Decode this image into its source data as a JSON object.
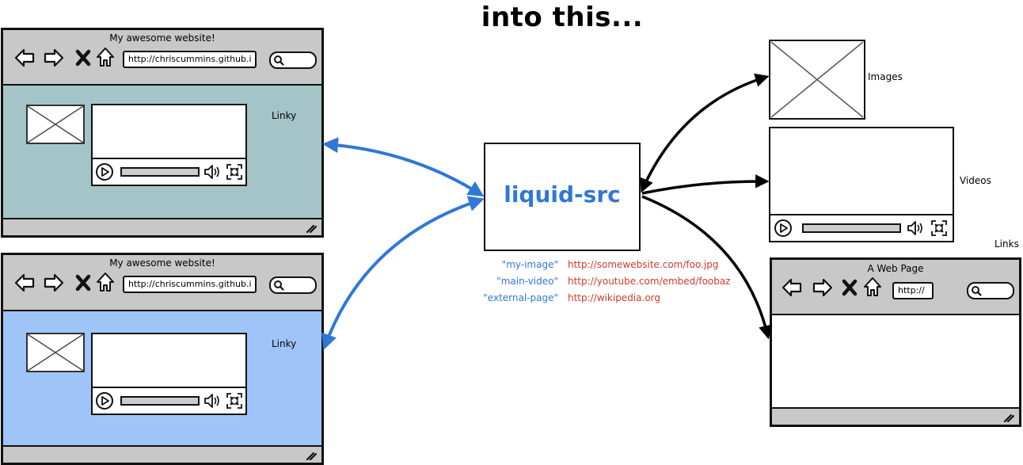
{
  "heading": "into this...",
  "browser_top": {
    "title": "My awesome website!",
    "url": "http://chriscummins.github.i",
    "link_label": "Linky",
    "content_color": "#a4c4c8"
  },
  "browser_bottom": {
    "title": "My awesome website!",
    "url": "http://chriscummins.github.i",
    "link_label": "Linky",
    "content_color": "#9fc5f8"
  },
  "center": {
    "label": "liquid-src",
    "mappings": [
      {
        "key": "\"my-image\"",
        "value": "http://somewebsite.com/foo.jpg"
      },
      {
        "key": "\"main-video\"",
        "value": "http://youtube.com/embed/foobaz"
      },
      {
        "key": "\"external-page\"",
        "value": "http://wikipedia.org"
      }
    ]
  },
  "outputs": {
    "images_label": "Images",
    "videos_label": "Videos",
    "links_label": "Links",
    "web_page": {
      "title": "A Web Page",
      "url": "http://"
    }
  },
  "colors": {
    "arrow_blue": "#2f78d6",
    "arrow_black": "#000000",
    "key_blue": "#2f78d6",
    "value_red": "#d23a2a",
    "chrome_gray": "#c8c8c8"
  },
  "icons": [
    "back-arrow-icon",
    "forward-arrow-icon",
    "close-x-icon",
    "home-icon",
    "search-icon",
    "play-icon",
    "volume-icon",
    "fullscreen-icon",
    "resize-grip-icon",
    "image-placeholder-icon"
  ]
}
